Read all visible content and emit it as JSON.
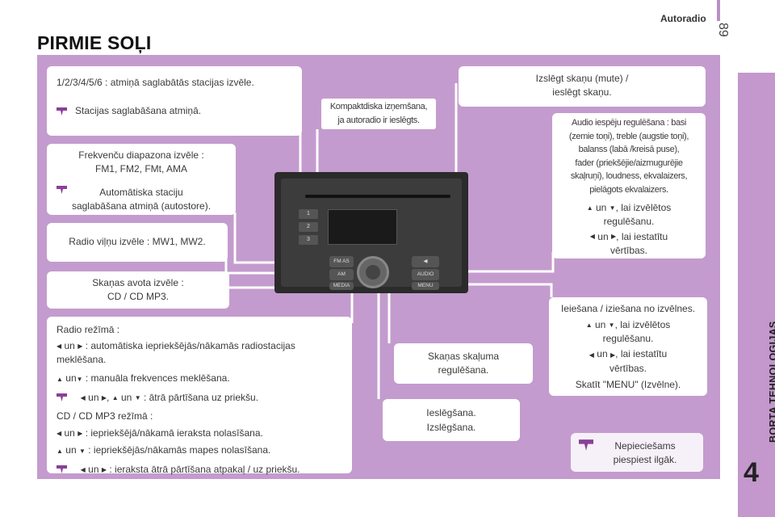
{
  "header": {
    "section": "Autoradio",
    "page_number": "89"
  },
  "side_tab": {
    "label": "BORTA TEHNOLOĢIJAS",
    "number": "4"
  },
  "title": "PIRMIE SOĻI",
  "boxes": {
    "presets": {
      "line1": "1/2/3/4/5/6 : atmiņā saglabātās stacijas izvēle.",
      "tip": "Stacijas saglabāšana atmiņā."
    },
    "cd_control": {
      "line1": "Kompaktdiska izņemšana,",
      "line2": "ja autoradio ir ieslēgts."
    },
    "mute": {
      "line1": "Izslēgt skaņu (mute) /",
      "line2": "ieslēgt skaņu."
    },
    "band": {
      "line1": "Frekvenču diapazona izvēle :",
      "line2": "FM1, FM2, FMt, AMA",
      "tip1": "Automātiska staciju",
      "tip2": "saglabāšana atmiņā (autostore)."
    },
    "audio": {
      "l1": "Audio iespēju regulēšana : basi",
      "l2": "(zemie toņi), treble (augstie toņi),",
      "l3": "balanss (labā /kreisā puse),",
      "l4": "fader (priekšējie/aizmugurējie",
      "l5": "skaļruņi), loudness, ekvalaizers,",
      "l6": "pielāgots ekvalaizers.",
      "ud_and": "un",
      "ud_text": ", lai izvēlētos",
      "ud_text2": "regulēšanu.",
      "lr_and": "un",
      "lr_text": ", lai iestatītu",
      "lr_text2": "vērtības."
    },
    "mw": {
      "line1": "Radio viļņu izvēle : MW1, MW2."
    },
    "source": {
      "line1": "Skaņas avota izvēle :",
      "line2": "CD / CD MP3."
    },
    "menu": {
      "line1": "Ieiešana / iziešana no izvēlnes.",
      "ud_and": "un",
      "ud_text": ", lai izvēlētos",
      "ud_text2": "regulēšanu.",
      "lr_and": "un",
      "lr_text": ", lai iestatītu",
      "lr_text2": "vērtības.",
      "see": "Skatīt \"MENU\" (Izvēlne)."
    },
    "modes": {
      "radio_title": "Radio režīmā :",
      "r1_and": "un",
      "r1_text": ": automātiska iepriekšējās/nākamās radiostacijas",
      "r1_text2": "meklēšana.",
      "r2_and": "un",
      "r2_text": ": manuāla frekvences meklēšana.",
      "r3_and": "un",
      "r3_sep": ",",
      "r3_and2": "un",
      "r3_text": ": ātrā pārtīšana uz priekšu.",
      "cd_title": "CD / CD MP3 režīmā :",
      "c1_and": "un",
      "c1_text": ": iepriekšējā/nākamā ieraksta nolasīšana.",
      "c2_and": "un",
      "c2_text": ": iepriekšējās/nākamās mapes nolasīšana.",
      "c3_and": "un",
      "c3_text": ": ieraksta ātrā pārtīšana atpakaļ / uz priekšu."
    },
    "volume": {
      "line1": "Skaņas skaļuma",
      "line2": "regulēšana."
    },
    "power": {
      "line1": "Ieslēgšana.",
      "line2": "Izslēgšana."
    },
    "long_press": {
      "line1": "Nepieciešams",
      "line2": "piespiest ilgāk."
    }
  },
  "radio_labels": {
    "p1": "1",
    "p2": "2",
    "p3": "3",
    "fm": "FM",
    "fm_sub": "AS",
    "am": "AM",
    "media": "MEDIA",
    "audio": "AUDIO",
    "menu": "MENU"
  },
  "colors": {
    "panel": "#c49bce",
    "side_tab": "#c497cd",
    "tip_icon": "#8b3f99"
  }
}
